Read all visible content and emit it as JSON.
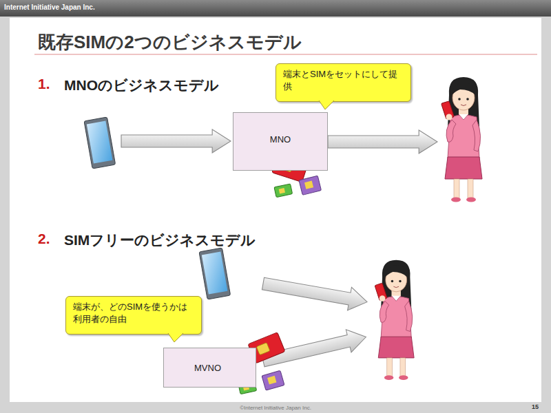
{
  "diagram": {
    "title": "既存SIMの2つのビジネスモデル",
    "nodes": [
      {
        "text": [
          "端末とSIMをセットにして提供"
        ]
      },
      {
        "text": [
          "MNO"
        ]
      },
      {
        "text": [
          "端末が、どのSIMを使うかは利用者の自由"
        ]
      },
      {
        "text": [
          "MVNO"
        ]
      }
    ],
    "labels": [
      "Internet Initiative Japan Inc.",
      "1.",
      "MNOのビジネスモデル",
      "2.",
      "SIMフリーのビジネスモデル",
      "©Internet Initiative Japan Inc.",
      "15"
    ]
  }
}
